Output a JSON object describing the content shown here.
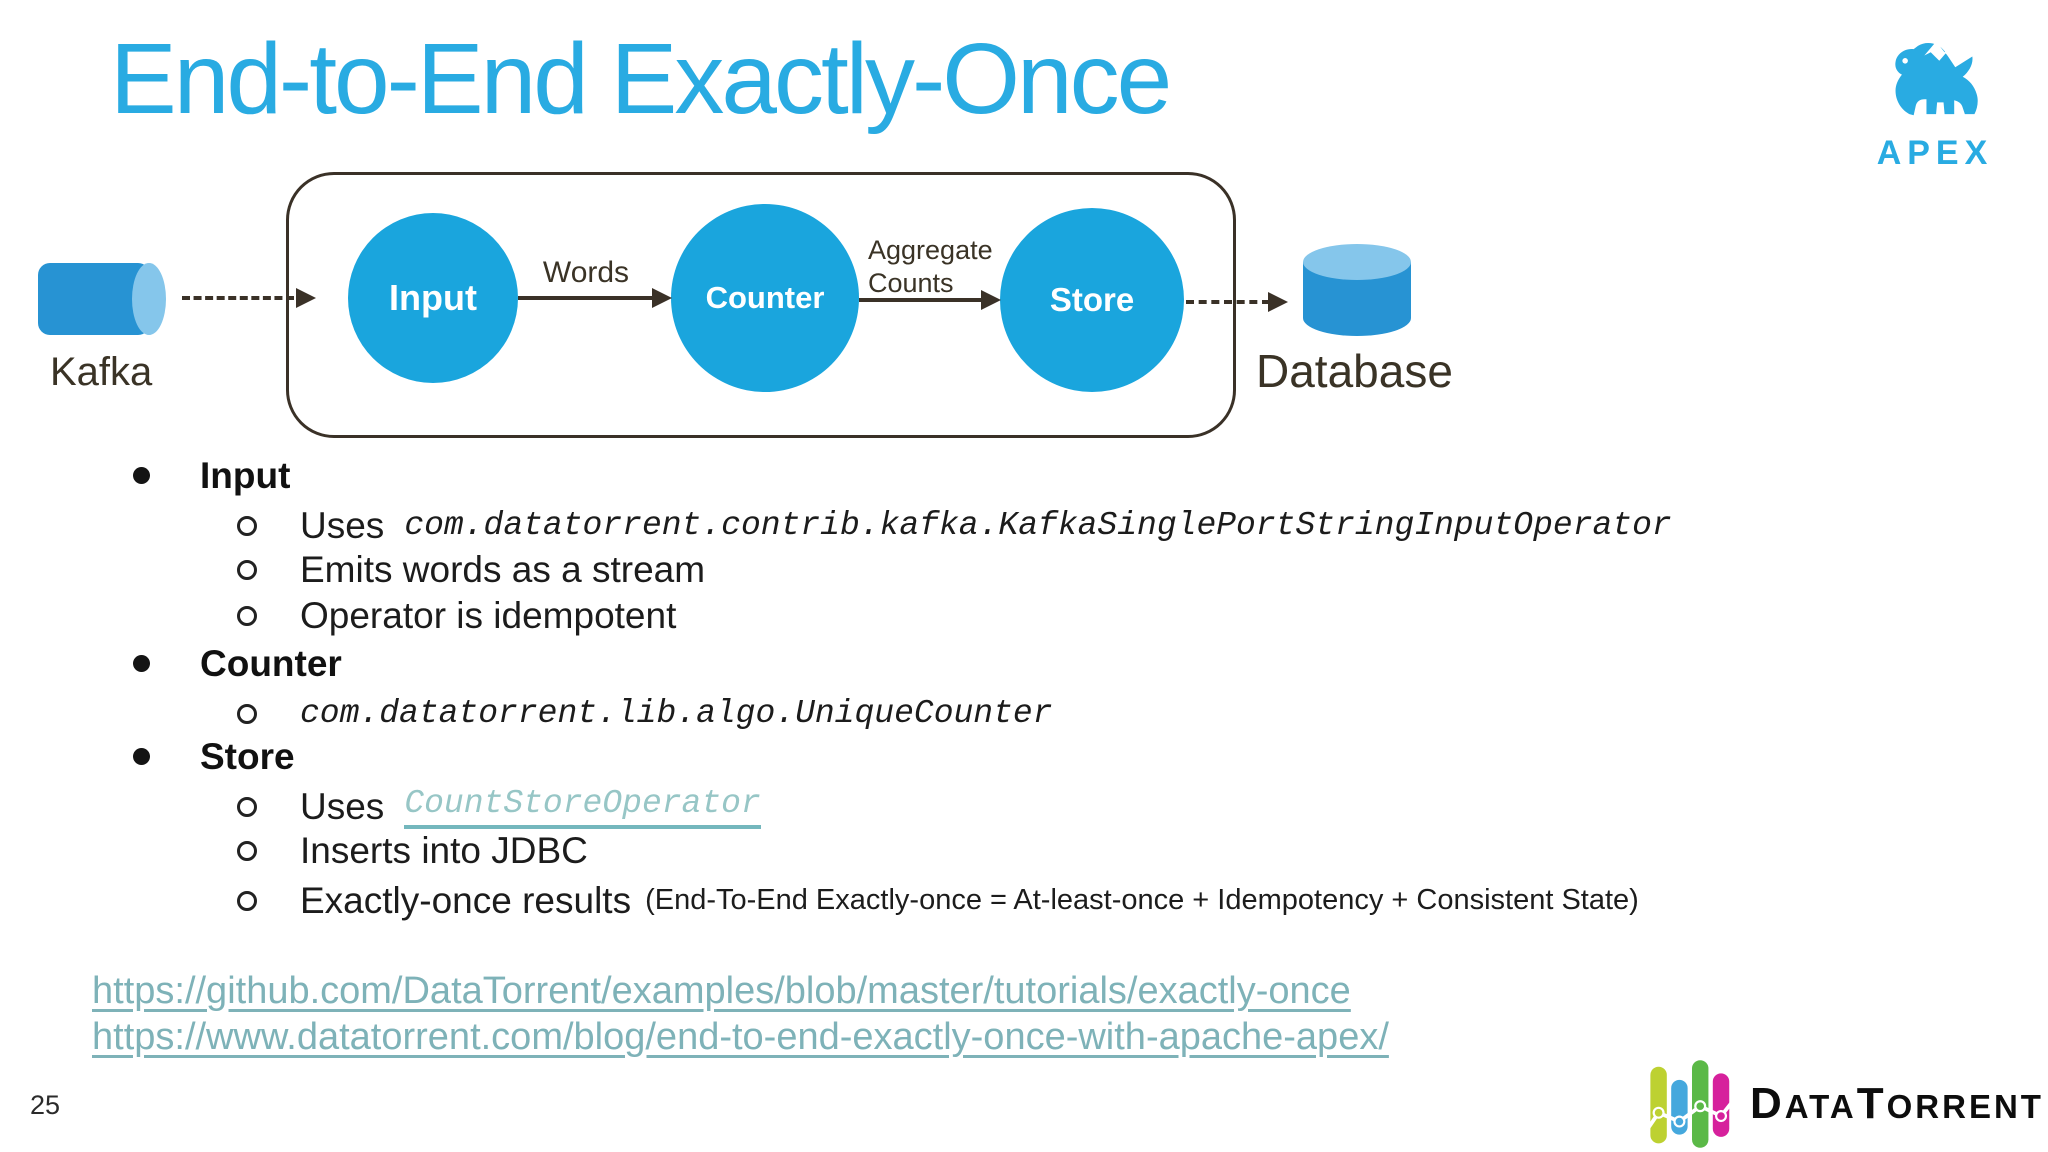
{
  "slide": {
    "title": "End-to-End Exactly-Once",
    "page_number": "25"
  },
  "apex_logo": {
    "label": "APEX"
  },
  "diagram": {
    "kafka_label": "Kafka",
    "database_label": "Database",
    "nodes": {
      "input": "Input",
      "counter": "Counter",
      "store": "Store"
    },
    "edge_words": "Words",
    "edge_aggregate": "Aggregate\nCounts"
  },
  "bullets": {
    "input_header": "Input",
    "input_uses_prefix": "Uses",
    "input_uses_code": "com.datatorrent.contrib.kafka.KafkaSinglePortStringInputOperator",
    "input_item2": "Emits words as a stream",
    "input_item3": "Operator is idempotent",
    "counter_header": "Counter",
    "counter_code": "com.datatorrent.lib.algo.UniqueCounter",
    "store_header": "Store",
    "store_uses_prefix": "Uses",
    "store_uses_link": "CountStoreOperator",
    "store_item2": "Inserts into JDBC",
    "store_item3_main": "Exactly-once results",
    "store_item3_note": "(End-To-End Exactly-once = At-least-once + Idempotency + Consistent State)"
  },
  "links": {
    "github": "https://github.com/DataTorrent/examples/blob/master/tutorials/exactly-once",
    "blog": "https://www.datatorrent.com/blog/end-to-end-exactly-once-with-apache-apex/"
  },
  "footer_brand": {
    "d": "D",
    "ata": "ATA",
    "t": "T",
    "orrent": "ORRENT"
  },
  "colors": {
    "title_blue": "#29ABE2",
    "node_blue": "#1AA5DD",
    "cylinder_body": "#2793D3",
    "cylinder_cap": "#85C6EB",
    "diagram_stroke": "#3A3127",
    "url_teal": "#7EB2B8",
    "inline_link_teal": "#97C6C6",
    "bar_yellow_green": "#BDD131",
    "bar_blue": "#45A8DD",
    "bar_green": "#5BB947",
    "bar_magenta": "#D6219C"
  }
}
